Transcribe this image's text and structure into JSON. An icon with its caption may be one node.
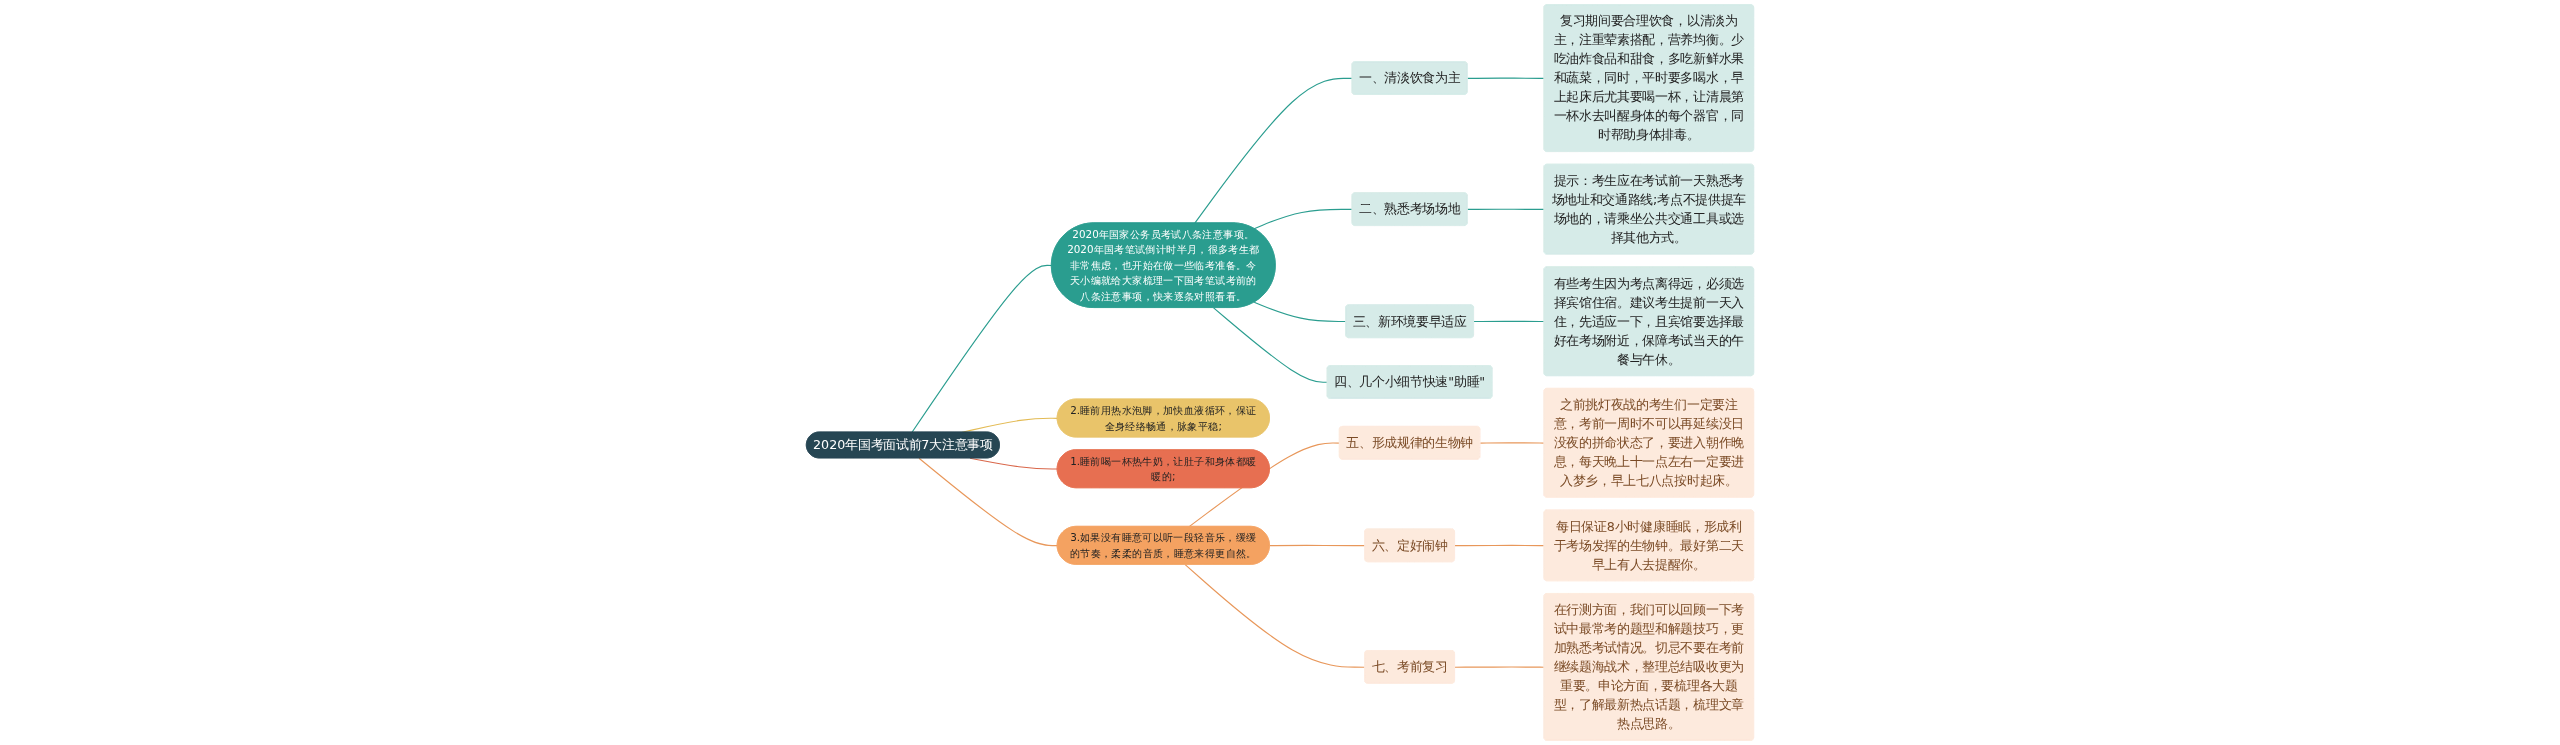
{
  "diagram": {
    "nodes": [
      {
        "text": [
          "2020年国考面试前7大注意事项"
        ]
      },
      {
        "text": [
          "2020年国家公务员考试八条注意事项。2020年国考笔试倒计时半月，很多考生都非常焦虑，也开始在做一些临考准备。今天小编就给大家梳理一下国考笔试考前的八条注意事项，快来逐条对照看看。"
        ]
      },
      {
        "text": [
          "一、清淡饮食为主"
        ]
      },
      {
        "text": [
          "复习期间要合理饮食，以清淡为主，注重荤素搭配，营养均衡。少吃油炸食品和甜食，多吃新鲜水果和蔬菜，同时，平时要多喝水，早上起床后尤其要喝一杯，让清晨第一杯水去叫醒身体的每个器官，同时帮助身体排毒。"
        ]
      },
      {
        "text": [
          "二、熟悉考场场地"
        ]
      },
      {
        "text": [
          "提示：考生应在考试前一天熟悉考场地址和交通路线;考点不提供提车场地的，请乘坐公共交通工具或选择其他方式。"
        ]
      },
      {
        "text": [
          "三、新环境要早适应"
        ]
      },
      {
        "text": [
          "有些考生因为考点离得远，必须选择宾馆住宿。建议考生提前一天入住，先适应一下，且宾馆要选择最好在考场附近，保障考试当天的午餐与午休。"
        ]
      },
      {
        "text": [
          "四、几个小细节快速\"助睡\""
        ]
      },
      {
        "text": [
          "1.睡前喝一杯热牛奶，让肚子和身体都暖暖的;"
        ]
      },
      {
        "text": [
          "2.睡前用热水泡脚，加快血液循环，保证全身经络畅通，脉象平稳;"
        ]
      },
      {
        "text": [
          "3.如果没有睡意可以听一段轻音乐，缓缓的节奏，柔柔的音质，睡意来得更自然。"
        ]
      },
      {
        "text": [
          "五、形成规律的生物钟"
        ]
      },
      {
        "text": [
          "之前挑灯夜战的考生们一定要注意，考前一周时不可以再延续没日没夜的拼命状态了，要进入朝作晚息，每天晚上十一点左右一定要进入梦乡，早上七八点按时起床。"
        ]
      },
      {
        "text": [
          "六、定好闹钟"
        ]
      },
      {
        "text": [
          "每日保证8小时健康睡眠，形成利于考场发挥的生物钟。最好第二天早上有人去提醒你。"
        ]
      },
      {
        "text": [
          "七、考前复习"
        ]
      },
      {
        "text": [
          "在行测方面，我们可以回顾一下考试中最常考的题型和解题技巧，更加熟悉考试情况。切忌不要在考前继续题海战术，整理总结吸收更为重要。申论方面，要梳理各大题型，了解最新热点话题，梳理文章热点思路。"
        ]
      }
    ],
    "edges": [
      {
        "from": 0,
        "to": 1,
        "arrow": "none"
      },
      {
        "from": 1,
        "to": 2,
        "arrow": "none"
      },
      {
        "from": 2,
        "to": 3,
        "arrow": "none"
      },
      {
        "from": 1,
        "to": 4,
        "arrow": "none"
      },
      {
        "from": 4,
        "to": 5,
        "arrow": "none"
      },
      {
        "from": 1,
        "to": 6,
        "arrow": "none"
      },
      {
        "from": 6,
        "to": 7,
        "arrow": "none"
      },
      {
        "from": 1,
        "to": 8,
        "arrow": "none"
      },
      {
        "from": 0,
        "to": 9,
        "arrow": "none",
        "color": "#d9674a"
      },
      {
        "from": 0,
        "to": 10,
        "arrow": "none",
        "color": "#e3bb55"
      },
      {
        "from": 0,
        "to": 11,
        "arrow": "none",
        "color": "#e8975a"
      },
      {
        "from": 11,
        "to": 12,
        "arrow": "none",
        "color": "#e8975a"
      },
      {
        "from": 12,
        "to": 13,
        "arrow": "none",
        "color": "#e8975a"
      },
      {
        "from": 11,
        "to": 14,
        "arrow": "none",
        "color": "#e8975a"
      },
      {
        "from": 14,
        "to": 15,
        "arrow": "none",
        "color": "#e8975a"
      },
      {
        "from": 11,
        "to": 16,
        "arrow": "none",
        "color": "#e8975a"
      },
      {
        "from": 16,
        "to": 17,
        "arrow": "none",
        "color": "#e8975a"
      }
    ]
  }
}
